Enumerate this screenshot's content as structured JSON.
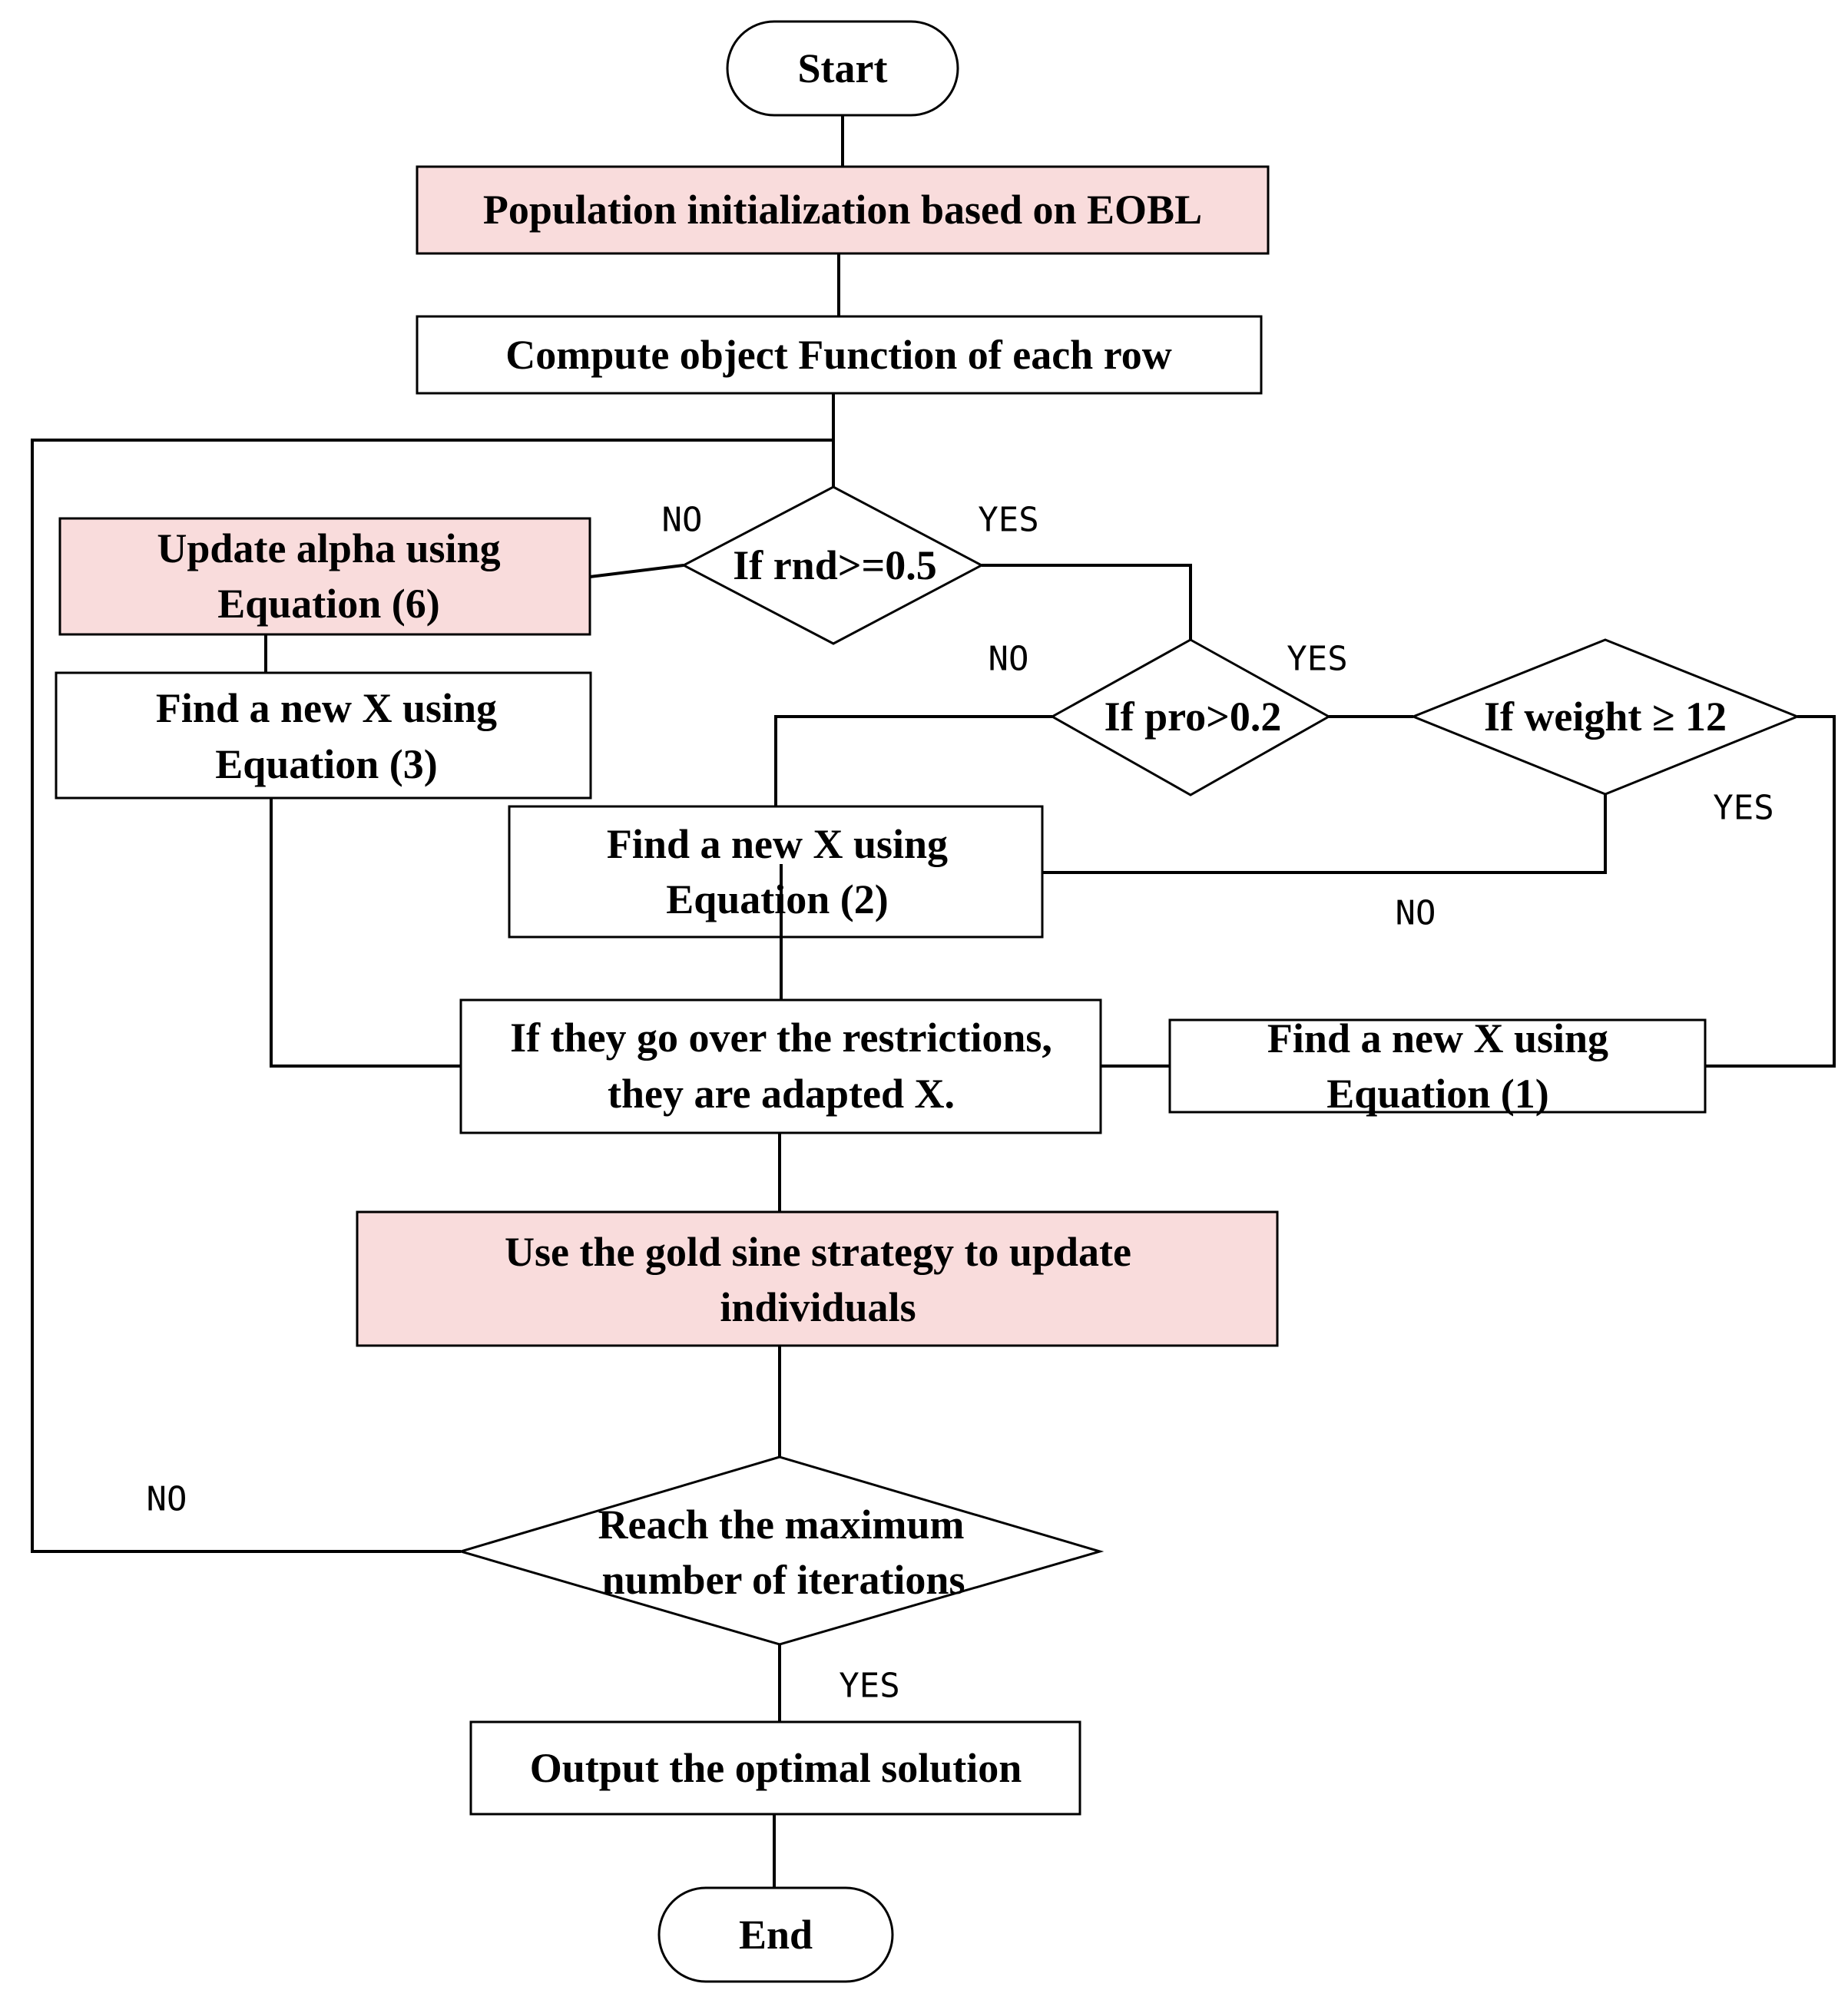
{
  "colors": {
    "highlight_fill": "#f9dcdc",
    "stroke": "#000000",
    "plain_fill": "#ffffff"
  },
  "nodes": {
    "start": {
      "label": "Start"
    },
    "init": {
      "label": "Population initialization based on EOBL"
    },
    "compute": {
      "label": "Compute object Function of each row"
    },
    "rnd": {
      "label": "If rnd>=0.5"
    },
    "alpha": {
      "line1": "Update alpha using",
      "line2": "Equation (6)"
    },
    "eq3": {
      "line1": "Find a new X using",
      "line2": "Equation (3)"
    },
    "pro": {
      "label": "If pro>0.2"
    },
    "weight": {
      "label": "If weight ≥ 12"
    },
    "eq2": {
      "line1": "Find a new X using",
      "line2": "Equation (2)"
    },
    "restrict": {
      "line1": "If they go over the restrictions,",
      "line2": "they are adapted X."
    },
    "eq1": {
      "line1": "Find a new X using",
      "line2": "Equation (1)"
    },
    "gold": {
      "line1": "Use the gold sine strategy to update",
      "line2": "individuals"
    },
    "maxiter": {
      "line1": "Reach the maximum",
      "line2": "number of iterations"
    },
    "output": {
      "label": "Output the optimal solution"
    },
    "end": {
      "label": "End"
    }
  },
  "edge_labels": {
    "rnd_no": "NO",
    "rnd_yes": "YES",
    "pro_no": "NO",
    "pro_yes": "YES",
    "weight_yes": "YES",
    "weight_no": "NO",
    "iter_no": "NO",
    "iter_yes": "YES"
  }
}
